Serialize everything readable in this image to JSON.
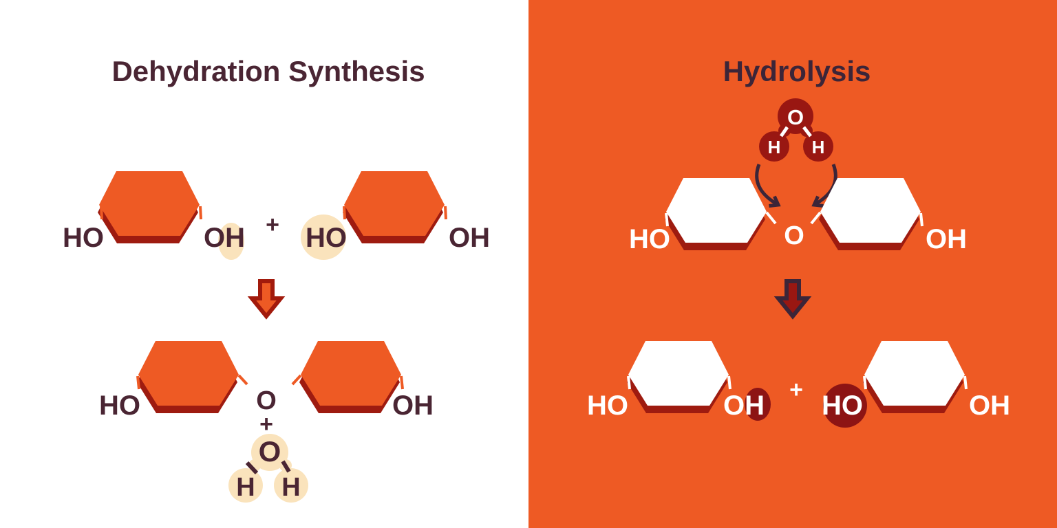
{
  "left_panel": {
    "title": "Dehydration Synthesis",
    "reactants": {
      "molecule1": {
        "left_label": "HO",
        "right_label": "OH"
      },
      "plus": "+",
      "molecule2": {
        "left_label": "HO",
        "right_label": "OH"
      }
    },
    "products": {
      "left_label": "HO",
      "bond_oxygen": "O",
      "right_label": "OH",
      "plus": "+",
      "water": {
        "oxygen": "O",
        "hydrogen1": "H",
        "hydrogen2": "H"
      }
    }
  },
  "right_panel": {
    "title": "Hydrolysis",
    "water": {
      "oxygen": "O",
      "hydrogen1": "H",
      "hydrogen2": "H"
    },
    "reactant": {
      "left_label": "HO",
      "bond_oxygen": "O",
      "right_label": "OH"
    },
    "products": {
      "molecule1": {
        "left_label": "HO",
        "right_label": "OH"
      },
      "plus": "+",
      "molecule2": {
        "left_label": "HO",
        "right_label": "OH"
      }
    }
  },
  "colors": {
    "background_left": "#FFFFFF",
    "background_right": "#EE5A24",
    "sugar_orange": "#EE5A24",
    "sugar_shadow_red": "#9E1B10",
    "text_maroon_left": "#4A2533",
    "text_maroon_right": "#3C2538",
    "water_circle_red": "#991712",
    "highlight_dark_red": "#8D1414",
    "highlight_cream": "#FAE3BC",
    "arrow_outline_red": "#A21A0C",
    "white": "#FFFFFF"
  }
}
